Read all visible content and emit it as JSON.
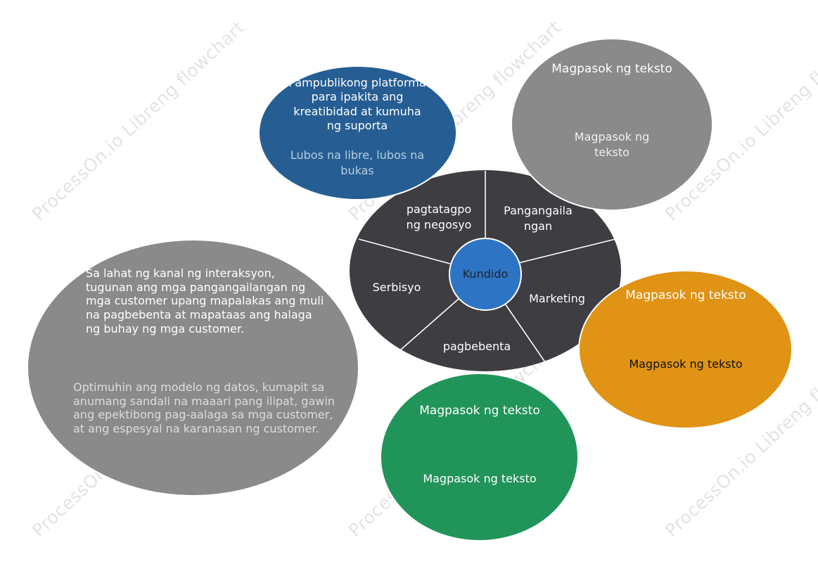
{
  "watermark": "ProcessOn.io Libreng flowchart",
  "center": {
    "label": "Kundido"
  },
  "segments": [
    {
      "label": "pagtatagpo ng negosyo"
    },
    {
      "label": "Pangangaila ngan"
    },
    {
      "label": "Marketing"
    },
    {
      "label": "pagbebenta"
    },
    {
      "label": "Serbisyo"
    }
  ],
  "bubbles": {
    "blue": {
      "title": "Pampublikong platforma para ipakita ang kreatibidad at kumuha ng suporta",
      "body": "Lubos na libre, lubos na bukas"
    },
    "gray_top": {
      "title": "Magpasok ng teksto",
      "body": "Magpasok ng teksto"
    },
    "orange": {
      "title": "Magpasok ng teksto",
      "body": "Magpasok ng teksto"
    },
    "green": {
      "title": "Magpasok ng teksto",
      "body": "Magpasok ng teksto"
    },
    "gray_left": {
      "title": "Sa lahat ng kanal ng interaksyon, tugunan ang mga pangangailangan ng mga customer upang mapalakas ang muli na pagbebenta at mapataas ang halaga ng buhay ng mga customer.",
      "body": "Optimuhin ang modelo ng datos, kumapit sa anumang sandali na maaari pang ilipat, gawin ang epektibong pag-aalaga sa mga customer, at ang espesyal na karanasan ng customer."
    }
  },
  "colors": {
    "wheel": "#3d3d42",
    "center": "#2e74c4",
    "blue": "#265e93",
    "gray": "#8a8a8b",
    "orange": "#e09314",
    "green": "#21945a"
  }
}
